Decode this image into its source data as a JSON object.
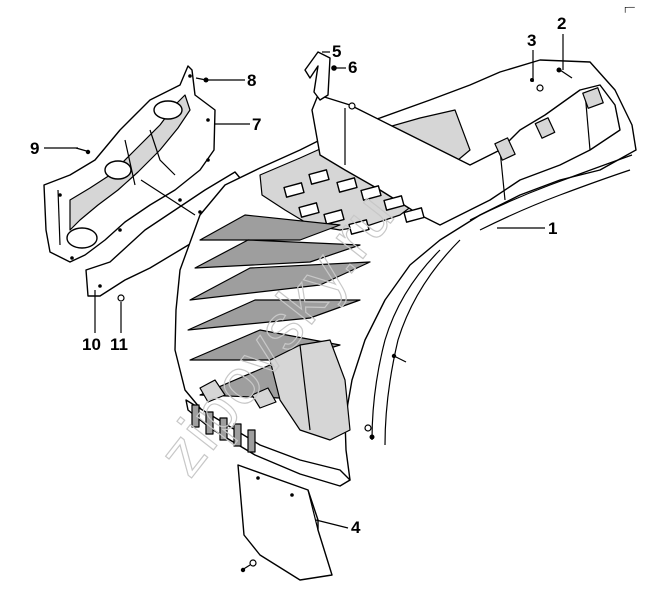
{
  "corner_mark": "┌─",
  "watermark": "zipovsky.ru",
  "callouts": [
    {
      "id": "1",
      "text": "1"
    },
    {
      "id": "2",
      "text": "2"
    },
    {
      "id": "3",
      "text": "3"
    },
    {
      "id": "4",
      "text": "4"
    },
    {
      "id": "5",
      "text": "5"
    },
    {
      "id": "6",
      "text": "6"
    },
    {
      "id": "7",
      "text": "7"
    },
    {
      "id": "8",
      "text": "8"
    },
    {
      "id": "9",
      "text": "9"
    },
    {
      "id": "10",
      "text": "10"
    },
    {
      "id": "11",
      "text": "11"
    }
  ]
}
